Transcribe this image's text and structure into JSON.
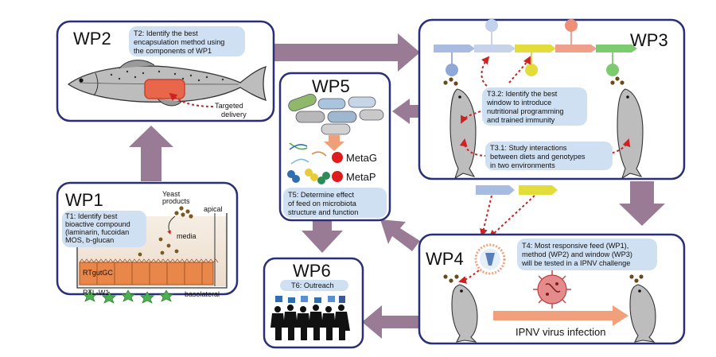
{
  "colors": {
    "box_border": "#2a2f7a",
    "arrow": "#9a7b95",
    "task_bubble": "#cfe0f2",
    "dotted_red": "#cc2222",
    "fish_body": "#b7b7b7",
    "infection_arrow": "#f2a07b"
  },
  "wp1": {
    "title": "WP1",
    "task": [
      "T1: Identify best",
      "bioactive compound",
      "(laminarin, fucoidan",
      "MOS, b-glucan"
    ],
    "yeast": [
      "Yeast",
      "products"
    ],
    "apical": "apical",
    "media": "media",
    "cell_label": "RTgutGC",
    "basolateral": "basolateral",
    "rtl": "RTL-W1"
  },
  "wp2": {
    "title": "WP2",
    "task": [
      "T2: Identify the best",
      "encapsulation method using",
      "the components of WP1"
    ],
    "delivery": [
      "Targeted",
      "delivery"
    ]
  },
  "wp3": {
    "title": "WP3",
    "task32": [
      "T3.2: Identify the best",
      "window to introduce",
      "nutritional programming",
      "and trained immunity"
    ],
    "task31": [
      "T3.1: Study interactions",
      "between diets and genotypes",
      "in two environments"
    ]
  },
  "wp4": {
    "title": "WP4",
    "task": [
      "T4: Most responsive feed (WP1),",
      "method (WP2) and window (WP3)",
      "will be tested in a IPNV challenge"
    ],
    "infection": "IPNV virus infection"
  },
  "wp5": {
    "title": "WP5",
    "metag": "MetaG",
    "metap": "MetaP",
    "task": [
      "T5: Determine effect",
      "of feed on microbiota",
      "structure and function"
    ]
  },
  "wp6": {
    "title": "WP6",
    "task": "T6: Outreach"
  }
}
